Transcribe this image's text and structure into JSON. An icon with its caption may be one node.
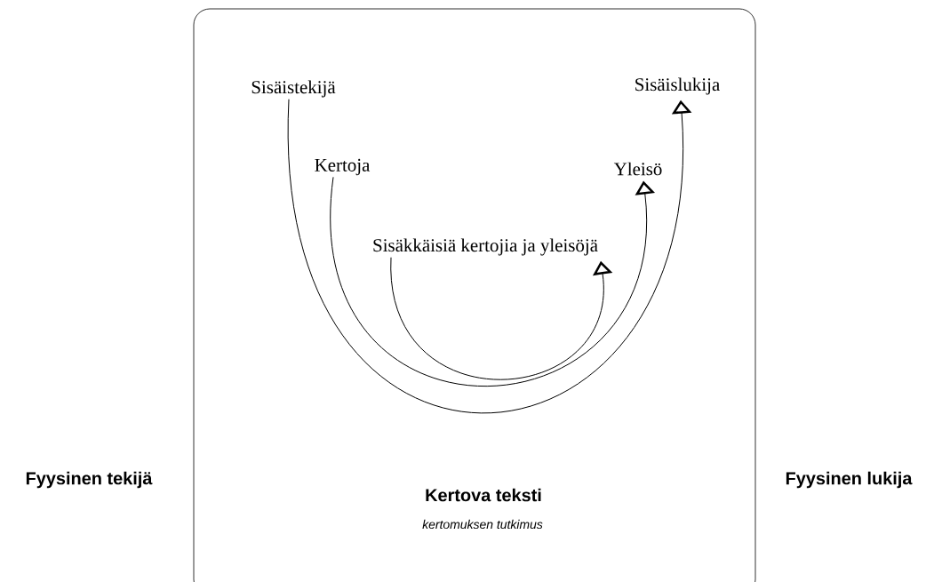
{
  "diagram": {
    "nodes": [
      {
        "text": [
          "Kertova teksti",
          "kertomuksen tutkimus"
        ]
      },
      {
        "text": [
          "Sisäistekijä"
        ],
        "in": 0
      },
      {
        "text": [
          "Sisäislukija"
        ],
        "in": 0
      },
      {
        "text": [
          "Kertoja"
        ],
        "in": 0
      },
      {
        "text": [
          "Yleisö"
        ],
        "in": 0
      },
      {
        "text": [
          "Sisäkkäisiä kertojia ja yleisöjä"
        ],
        "in": 0
      }
    ],
    "edges": [
      {
        "from": 1,
        "to": 2,
        "arrow": "to"
      },
      {
        "from": 3,
        "to": 4,
        "arrow": "to"
      },
      {
        "from": 5,
        "to": 5,
        "arrow": "to"
      }
    ],
    "labels": [
      "Fyysinen tekijä",
      "Fyysinen lukija"
    ]
  }
}
